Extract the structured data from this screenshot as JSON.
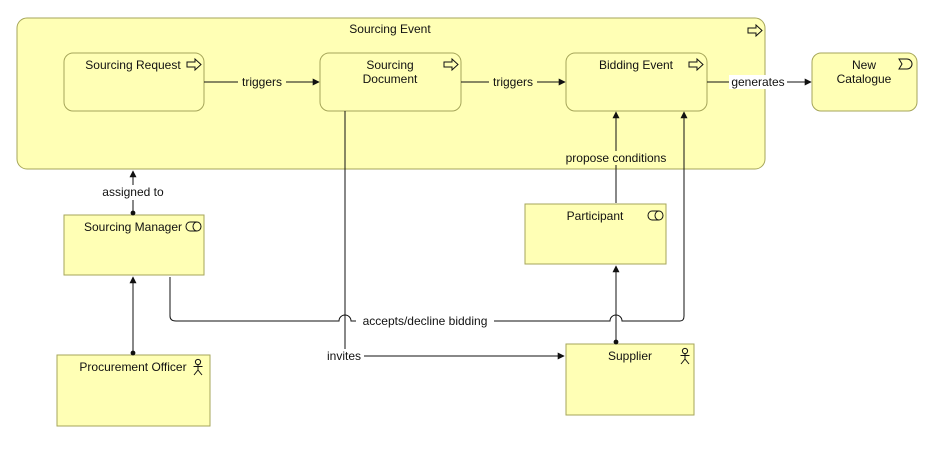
{
  "diagram": {
    "group": {
      "label": "Sourcing Event",
      "icon": "process-arrow-icon"
    },
    "nodes": {
      "sourcing_request": {
        "label": "Sourcing Request",
        "icon": "process-arrow-icon"
      },
      "sourcing_document_line1": "Sourcing",
      "sourcing_document_line2": "Document",
      "sourcing_document_icon": "process-arrow-icon",
      "bidding_event": {
        "label": "Bidding Event",
        "icon": "process-arrow-icon"
      },
      "new_catalogue_line1": "New",
      "new_catalogue_line2": "Catalogue",
      "new_catalogue_icon": "event-icon",
      "sourcing_manager": {
        "label": "Sourcing Manager",
        "icon": "role-icon"
      },
      "participant": {
        "label": "Participant",
        "icon": "role-icon"
      },
      "procurement_officer": {
        "label": "Procurement Officer",
        "icon": "actor-icon"
      },
      "supplier": {
        "label": "Supplier",
        "icon": "actor-icon"
      }
    },
    "edges": {
      "triggers_1": "triggers",
      "triggers_2": "triggers",
      "generates": "generates",
      "assigned_to": "assigned to",
      "propose_conditions": "propose conditions",
      "accepts_decline": "accepts/decline bidding",
      "invites": "invites"
    },
    "colors": {
      "fill": "#ffffb5",
      "stroke": "#a6a65a",
      "line": "#111111"
    }
  }
}
